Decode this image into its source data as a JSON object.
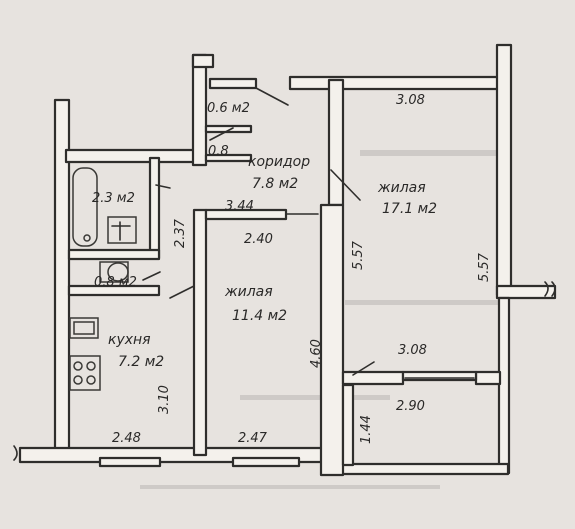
{
  "colors": {
    "paper": "#e7e3df",
    "wall_fill": "#f4f1ec",
    "ink": "#2f2e2c"
  },
  "rooms": {
    "corridor": {
      "name": "коридор",
      "area": "7.8 м2"
    },
    "bath": {
      "area": "2.3 м2"
    },
    "toilet": {
      "area": "0.8 м2"
    },
    "pantry": {
      "area": "0.6 м2"
    },
    "kitchen": {
      "name": "кухня",
      "area": "7.2 м2"
    },
    "living_small": {
      "name": "жилая",
      "area": "11.4 м2"
    },
    "living_large": {
      "name": "жилая",
      "area": "17.1 м2"
    }
  },
  "dimensions": {
    "large_top": "3.08",
    "large_left": "5.57",
    "large_right": "5.57",
    "large_bottom": "3.08",
    "balcony_width": "2.90",
    "balcony_depth": "1.44",
    "corridor_width": "3.44",
    "corridor_small": "0.8",
    "bath_depth": "2.37",
    "small_top": "2.40",
    "small_right": "4.60",
    "kitchen_left": "3.10",
    "kitchen_bottom": "2.48",
    "small_bottom": "2.47"
  }
}
